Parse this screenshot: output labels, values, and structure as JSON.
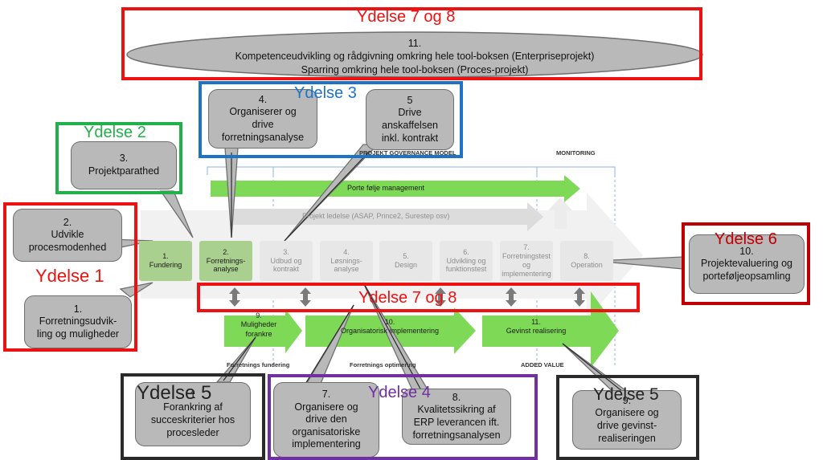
{
  "colors": {
    "red": "#ee1111",
    "dark_red": "#c00000",
    "green": "#22b04a",
    "blue": "#1f73c4",
    "purple": "#7030a0",
    "dark": "#2a2a2a",
    "callout_fill": "#b9b9b9",
    "step_active": "#a9d08e",
    "step_inactive": "#e7e7e7",
    "arrow_green": "#7ed957"
  },
  "ydelse": {
    "y78_top": "Ydelse 7 og 8",
    "y3": "Ydelse 3",
    "y2": "Ydelse 2",
    "y1": "Ydelse 1",
    "y6": "Ydelse 6",
    "y78_mid": "Ydelse 7 og 8",
    "y5_left": "Ydelse 5",
    "y4": "Ydelse 4",
    "y5_right": "Ydelse 5"
  },
  "ellipse": {
    "number": "11.",
    "line1": "Kompetenceudvikling og rådgivning omkring hele tool-boksen (Enterpriseprojekt)",
    "line2": "Sparring omkring hele tool-boksen (Proces-projekt)"
  },
  "callouts": {
    "c4": [
      "4.",
      "Organiserer og",
      "drive",
      "forretningsanalyse"
    ],
    "c5": [
      "5",
      "Drive",
      "anskaffelsen",
      "inkl. kontrakt"
    ],
    "c3": [
      "3.",
      "Projektparathed"
    ],
    "c2": [
      "2.",
      "Udvikle",
      "procesmodenhed"
    ],
    "c1": [
      "1.",
      "Forretningsudvik-",
      "ling og muligheder"
    ],
    "c10": [
      "10.",
      "Projektevaluering og",
      "porteføljeopsamling"
    ],
    "cbl": [
      "1",
      "Forankring af",
      "succeskriterier hos",
      "procesleder"
    ],
    "c7": [
      "7.",
      "Organisere og",
      "drive den",
      "organisatoriske",
      "implementering"
    ],
    "c8": [
      "8.",
      "Kvalitetssikring af",
      "ERP leverancen ift.",
      "forretningsanalysen"
    ],
    "c9": [
      "9.",
      "Organisere og",
      "drive gevinst-",
      "realiseringen"
    ]
  },
  "header_labels": {
    "governance": "PROJEKT GOVERNANCE MODEL",
    "monitoring": "MONITORING"
  },
  "arrows": {
    "portfolio": "Porte følje management",
    "project": "Projekt ledelse (ASAP, Prince2, Surestep osv)"
  },
  "steps": [
    {
      "n": "1.",
      "label": "Fundering",
      "active": true
    },
    {
      "n": "2.",
      "label": "Forretnings-\nanalyse",
      "active": true
    },
    {
      "n": "3.",
      "label": "Udbud og\nkontrakt",
      "active": false
    },
    {
      "n": "4.",
      "label": "Løsnings-\nanalyse",
      "active": false
    },
    {
      "n": "5.",
      "label": "Design",
      "active": false
    },
    {
      "n": "6.",
      "label": "Udvikling og\nfunktionstest",
      "active": false
    },
    {
      "n": "7.",
      "label": "Forretningstest\nog\nimplementering",
      "active": false
    },
    {
      "n": "8.",
      "label": "Operation",
      "active": false
    }
  ],
  "bottom_arrows": {
    "a9": [
      "9.",
      "Muligheder",
      "forankre"
    ],
    "a10": [
      "10.",
      "Organisatorisk implementering"
    ],
    "a11": [
      "11.",
      "Gevinst realisering"
    ]
  },
  "bottom_labels": {
    "funding": "Forretnings fundering",
    "optimering": "Forretnings optimering",
    "added_value": "ADDED VALUE"
  }
}
